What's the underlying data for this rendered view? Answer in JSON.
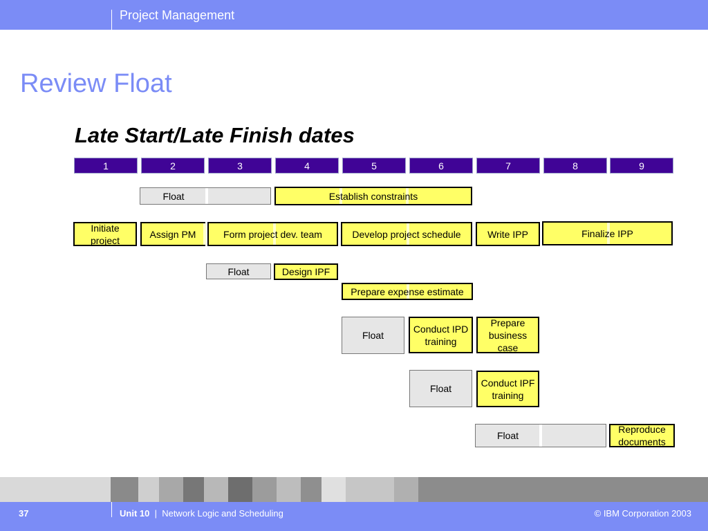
{
  "header": {
    "title": "Project Management"
  },
  "slide": {
    "title": "Review Float",
    "subtitle": "Late Start/Late Finish dates"
  },
  "weeks": [
    "1",
    "2",
    "3",
    "4",
    "5",
    "6",
    "7",
    "8",
    "9"
  ],
  "tasks": {
    "float_row1": "Float",
    "establish_constraints": "Establish constraints",
    "initiate_project": "Initiate project",
    "assign_pm": "Assign PM",
    "form_team": "Form project dev. team",
    "develop_schedule": "Develop project schedule",
    "write_ipp": "Write IPP",
    "finalize_ipp": "Finalize IPP",
    "float_design": "Float",
    "design_ipf": "Design IPF",
    "prepare_expense": "Prepare expense estimate",
    "float_ipd": "Float",
    "conduct_ipd": "Conduct IPD training",
    "prepare_business": "Prepare business case",
    "float_ipf": "Float",
    "conduct_ipf": "Conduct IPF training",
    "float_repro": "Float",
    "reproduce_docs": "Reproduce documents"
  },
  "footer": {
    "page_number": "37",
    "unit_label": "Unit 10",
    "separator": "|",
    "unit_title": "Network Logic and Scheduling",
    "copyright": "© IBM Corporation 2003"
  },
  "colors": {
    "accent": "#7b8cf6",
    "week_header": "#400496",
    "task_fill": "#ffff66",
    "float_fill": "#e6e6e6"
  }
}
